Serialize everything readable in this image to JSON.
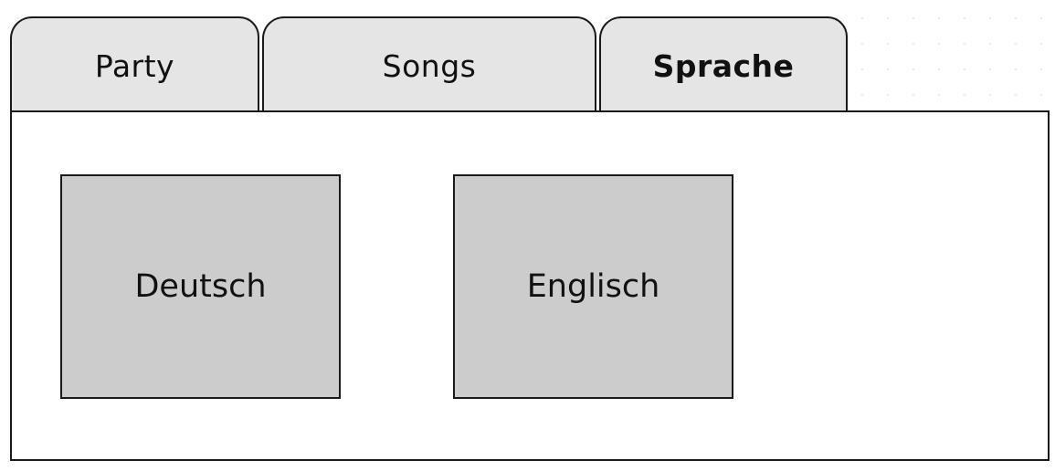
{
  "tabs": [
    {
      "label": "Party"
    },
    {
      "label": "Songs"
    },
    {
      "label": "Sprache"
    }
  ],
  "active_tab": "Sprache",
  "panel": {
    "buttons": [
      {
        "label": "Deutsch"
      },
      {
        "label": "Englisch"
      }
    ]
  },
  "colors": {
    "tab_background": "#e5e5e5",
    "button_background": "#cccccc",
    "outline": "#1a1a1a",
    "panel_background": "#ffffff"
  }
}
